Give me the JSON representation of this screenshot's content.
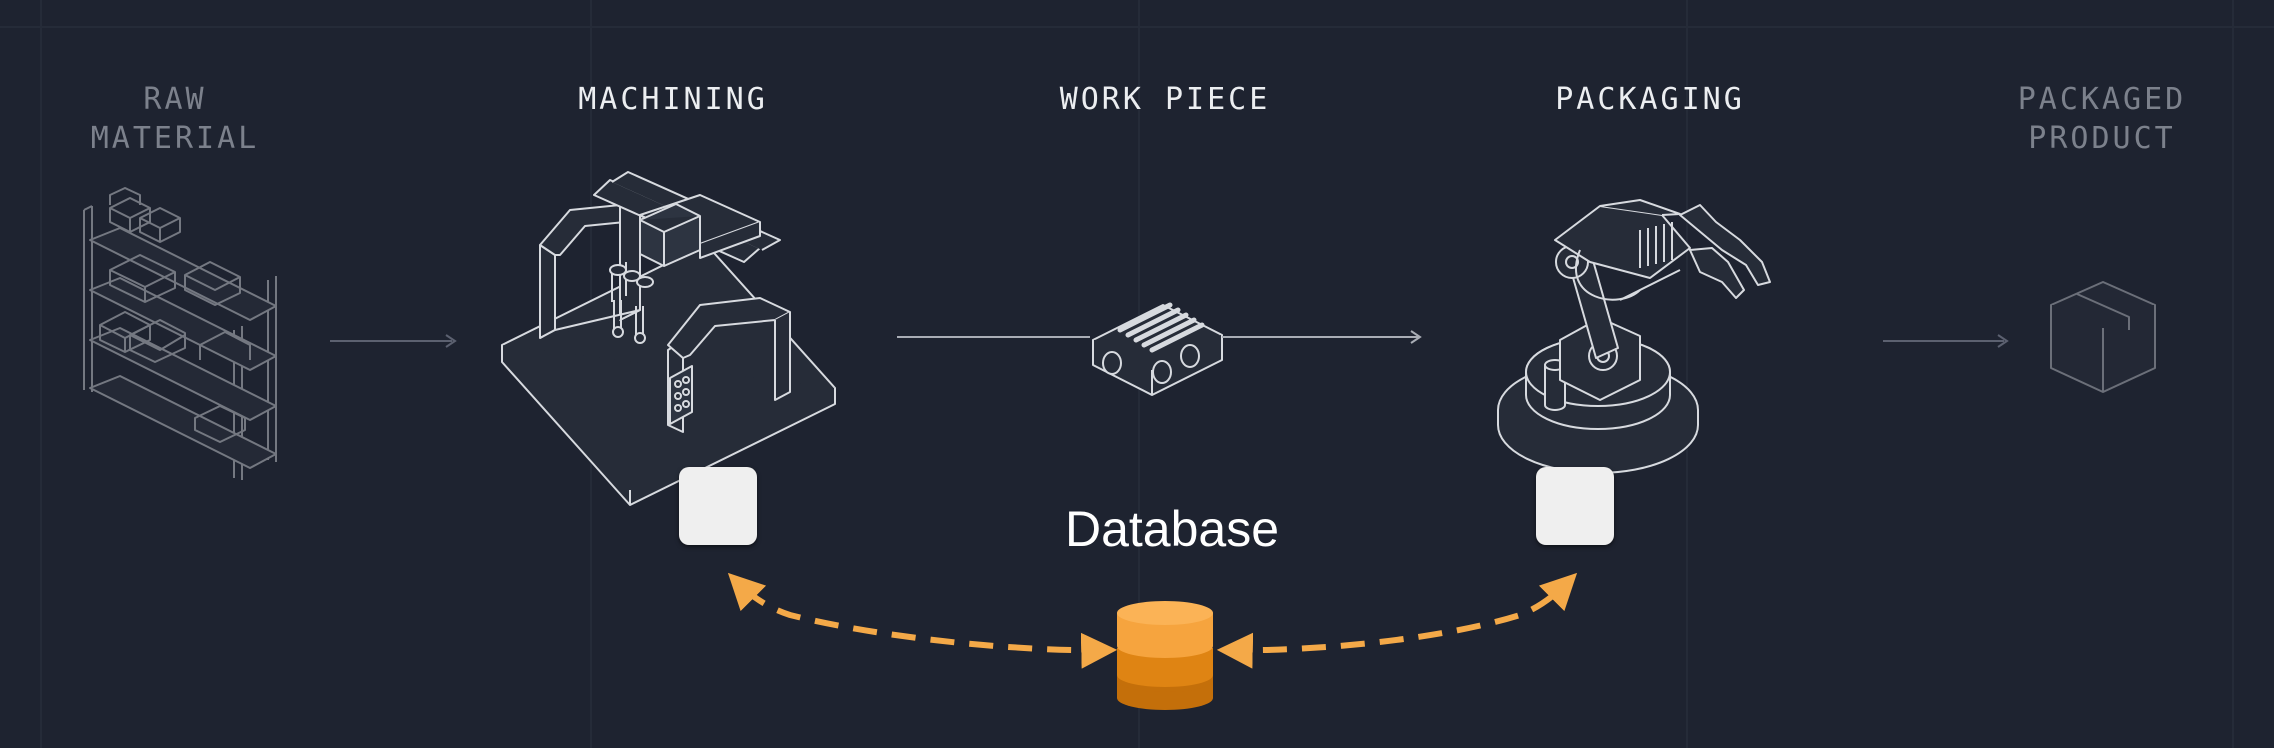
{
  "stages": [
    {
      "label": "RAW\nMATERIAL"
    },
    {
      "label": "MACHINING"
    },
    {
      "label": "WORK PIECE"
    },
    {
      "label": "PACKAGING"
    },
    {
      "label": "PACKAGED\nPRODUCT"
    }
  ],
  "database": {
    "label": "Database"
  },
  "colors": {
    "background": "#1e2330",
    "accent": "#f4a948",
    "db_top": "#f6a43e",
    "db_mid": "#e08512",
    "db_bottom": "#c46f0a",
    "node": "#efefef"
  }
}
